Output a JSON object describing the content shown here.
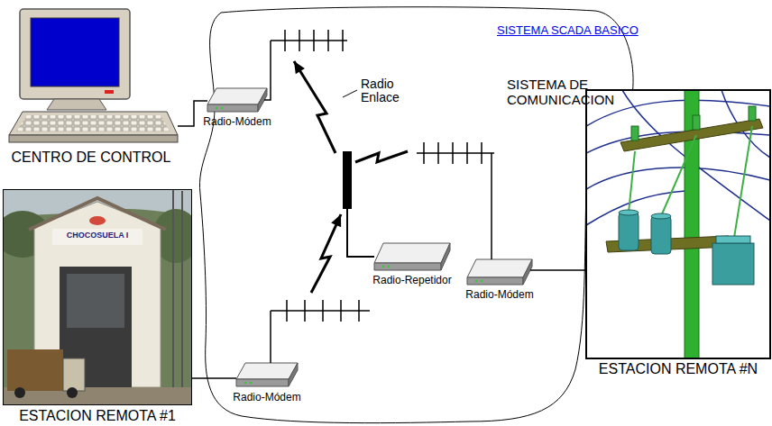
{
  "diagram": {
    "title": "SISTEMA SCADA BASICO",
    "nodes": [
      {
        "text": [
          "CENTRO DE CONTROL"
        ]
      },
      {
        "text": [
          "SISTEMA DE COMUNICACION"
        ]
      },
      {
        "text": [
          "Radio-Módem"
        ],
        "in": 1
      },
      {
        "text": [
          "ESTACION REMOTA #1"
        ]
      },
      {
        "text": [
          "Radio-Repetidor"
        ],
        "in": 1
      },
      {
        "text": [
          "Radio-Módem"
        ],
        "in": 1
      },
      {
        "text": [
          "ESTACION REMOTA #N"
        ]
      },
      {
        "text": [
          "Radio-Módem"
        ],
        "in": 1
      }
    ],
    "edges": [
      {
        "from": 0,
        "to": 2,
        "arrow": "none"
      },
      {
        "from": 7,
        "to": 4,
        "arrow": "to"
      },
      {
        "from": 4,
        "to": 2,
        "arrow": "to"
      },
      {
        "from": 4,
        "to": 5,
        "arrow": "none"
      },
      {
        "from": 3,
        "to": 7,
        "arrow": "none"
      },
      {
        "from": 5,
        "to": 6,
        "arrow": "none"
      }
    ],
    "labels": [
      "Radio Enlace",
      "CHOCOSUELA I"
    ]
  }
}
